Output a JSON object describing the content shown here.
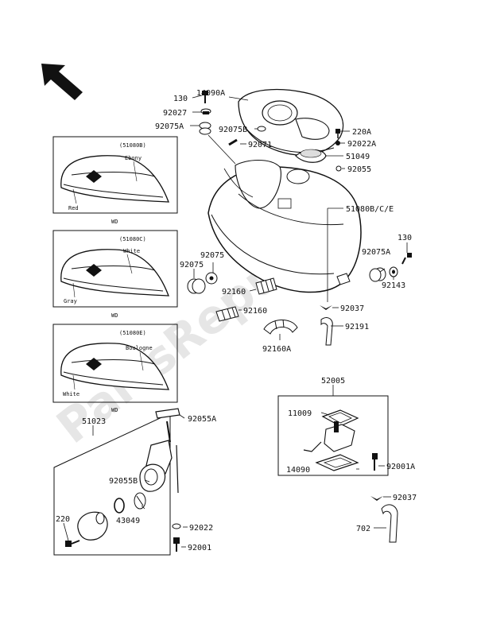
{
  "watermark": "PartsRepublik",
  "direction_arrow": "arrow-up-left-icon",
  "color_variants": [
    {
      "code": "(51080B)",
      "colors": [
        "Ebony",
        "Red"
      ],
      "market": "WD"
    },
    {
      "code": "(51080C)",
      "colors": [
        "White",
        "Gray"
      ],
      "market": "WD"
    },
    {
      "code": "(51080E)",
      "colors": [
        "Boulogne",
        "White"
      ],
      "market": "WD"
    }
  ],
  "part_labels": {
    "p130_top": "130",
    "p14090A": "14090A",
    "p92027": "92027",
    "p92075A_top": "92075A",
    "p92075B": "92075B",
    "p92071": "92071",
    "p220A": "220A",
    "p92022A": "92022A",
    "p51049": "51049",
    "p92055": "92055",
    "p51080": "51080B/C/E",
    "p130_right": "130",
    "p92075A_right": "92075A",
    "p92143": "92143",
    "p92075_l": "92075",
    "p92075_r": "92075",
    "p92160_a": "92160",
    "p92160_b": "92160",
    "p92160A": "92160A",
    "p92037_mid": "92037",
    "p92191": "92191",
    "p52005": "52005",
    "p11009": "11009",
    "p92001A": "92001A",
    "p14090": "14090",
    "p92037_low": "92037",
    "p702": "702",
    "p51023": "51023",
    "p92055A": "92055A",
    "p92055B": "92055B",
    "p43049": "43049",
    "p220": "220",
    "p92022": "92022",
    "p92001": "92001"
  }
}
